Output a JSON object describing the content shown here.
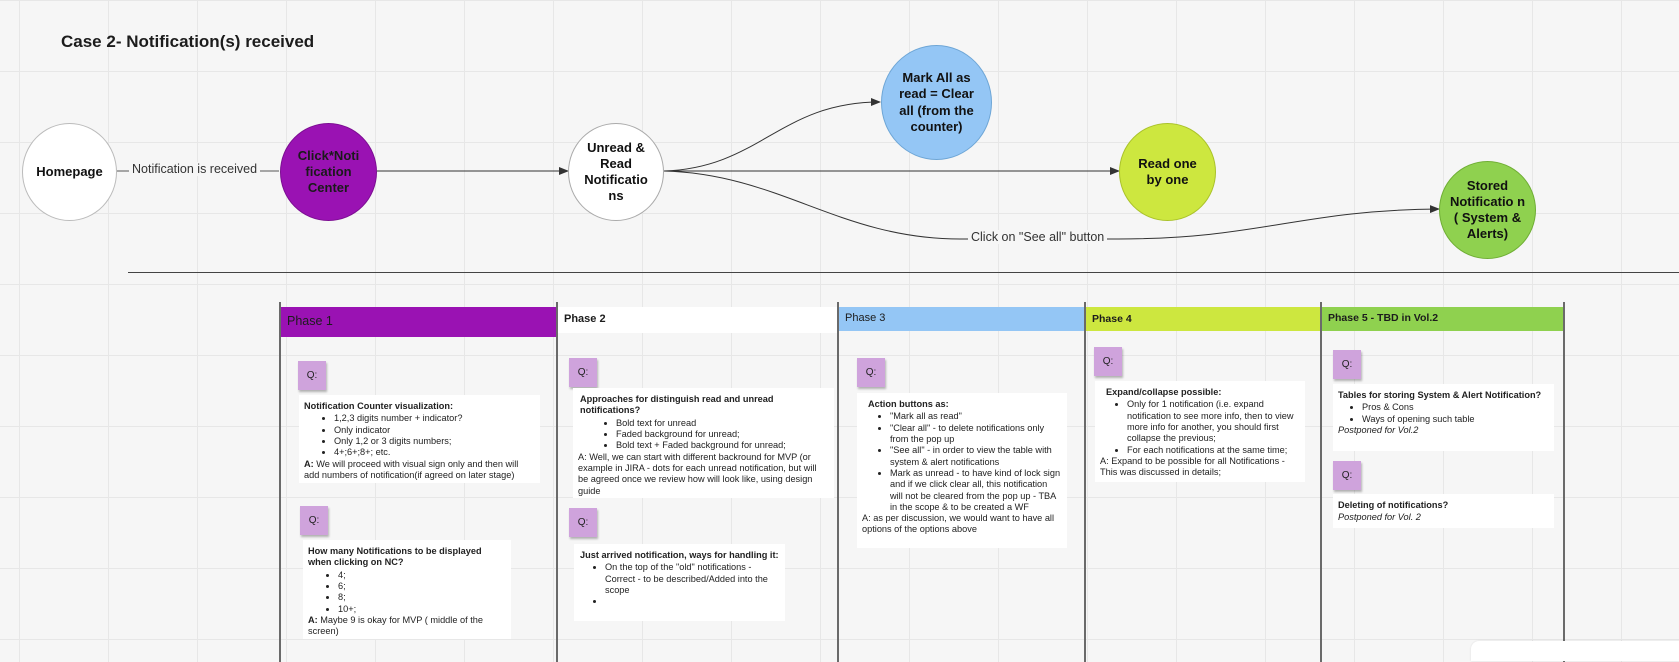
{
  "title": "Case 2-  Notification(s) received",
  "nodes": {
    "homepage": "Homepage",
    "click_nc": "Click*Noti fication Center",
    "unread_read": "Unread & Read Notificatio ns",
    "mark_all": "Mark All as read = Clear all (from the counter)",
    "read_one": "Read one by one",
    "stored": "Stored Notificatio n ( System & Alerts)"
  },
  "edge_labels": {
    "received": "Notification is received",
    "see_all": "Click on \"See all\" button"
  },
  "colors": {
    "phase1": "#9a12b3",
    "phase2": "#ffffff",
    "phase3": "#94c6f5",
    "phase4": "#cde73f",
    "phase5": "#8fd14f",
    "sticky": "#cfa3dc"
  },
  "phases": {
    "p1": "Phase 1",
    "p2": "Phase 2",
    "p3": "Phase 3",
    "p4": "Phase 4",
    "p5": "Phase 5 - TBD in Vol.2"
  },
  "sticky_label": "Q:",
  "cards": {
    "c1": {
      "q": "Notification Counter visualization:",
      "items": [
        "1,2,3 digits number + indicator?",
        "Only indicator",
        "Only 1,2 or 3 digits numbers;",
        "4+;6+;8+; etc."
      ],
      "ans_prefix": "A:",
      "ans": " We will proceed with visual sign only and then will add numbers of notification(if agreed on later stage)"
    },
    "c2": {
      "q": "How many Notifications to be displayed when clicking on NC?",
      "items": [
        "4;",
        "6;",
        "8;",
        "10+;"
      ],
      "ans_prefix": "A:",
      "ans": " Maybe 9 is okay for MVP ( middle of the screen)"
    },
    "c3": {
      "q": "Approaches for distinguish read and unread notifications?",
      "items": [
        "Bold text for unread",
        "Faded background for unread;",
        "Bold text + Faded background for unread;"
      ],
      "ans": "A: Well, we can start with different backround for MVP (or example in JIRA - dots for each unread notification, but will be agreed once we review how will look like, using design guide"
    },
    "c4": {
      "q": "Just arrived notification, ways for handling it:",
      "items": [
        "On the top of the \"old\" notifications - Correct - to be described/Added  into the scope",
        ""
      ]
    },
    "c5": {
      "q": "Action buttons as:",
      "items": [
        "\"Mark all as read\"",
        "\"Clear all\" - to delete notifications only from the pop up",
        "\"See all\" - in order to view the table with system & alert notifications",
        "Mark as unread - to have kind of lock sign and if we click  clear all, this notification will not be cleared from the pop up - TBA in the scope & to be created a WF"
      ],
      "ans": "A: as per discussion, we would want to have all options of the options above"
    },
    "c6": {
      "q": "Expand/collapse possible:",
      "items": [
        "Only for 1 notification (i.e. expand notification to see more info, then to view more info for another, you should first collapse the previous;",
        "For each notifications at the same time;"
      ],
      "ans": "A: Expand to be possible for all Notifications - This was discussed in details;"
    },
    "c7": {
      "q": "Tables for storing System & Alert Notification?",
      "items": [
        "Pros & Cons",
        "Ways of opening such table"
      ],
      "note": "Postponed for Vol.2"
    },
    "c8": {
      "q": "Deleting of notifications?",
      "note": "Postponed for Vol. 2"
    }
  }
}
